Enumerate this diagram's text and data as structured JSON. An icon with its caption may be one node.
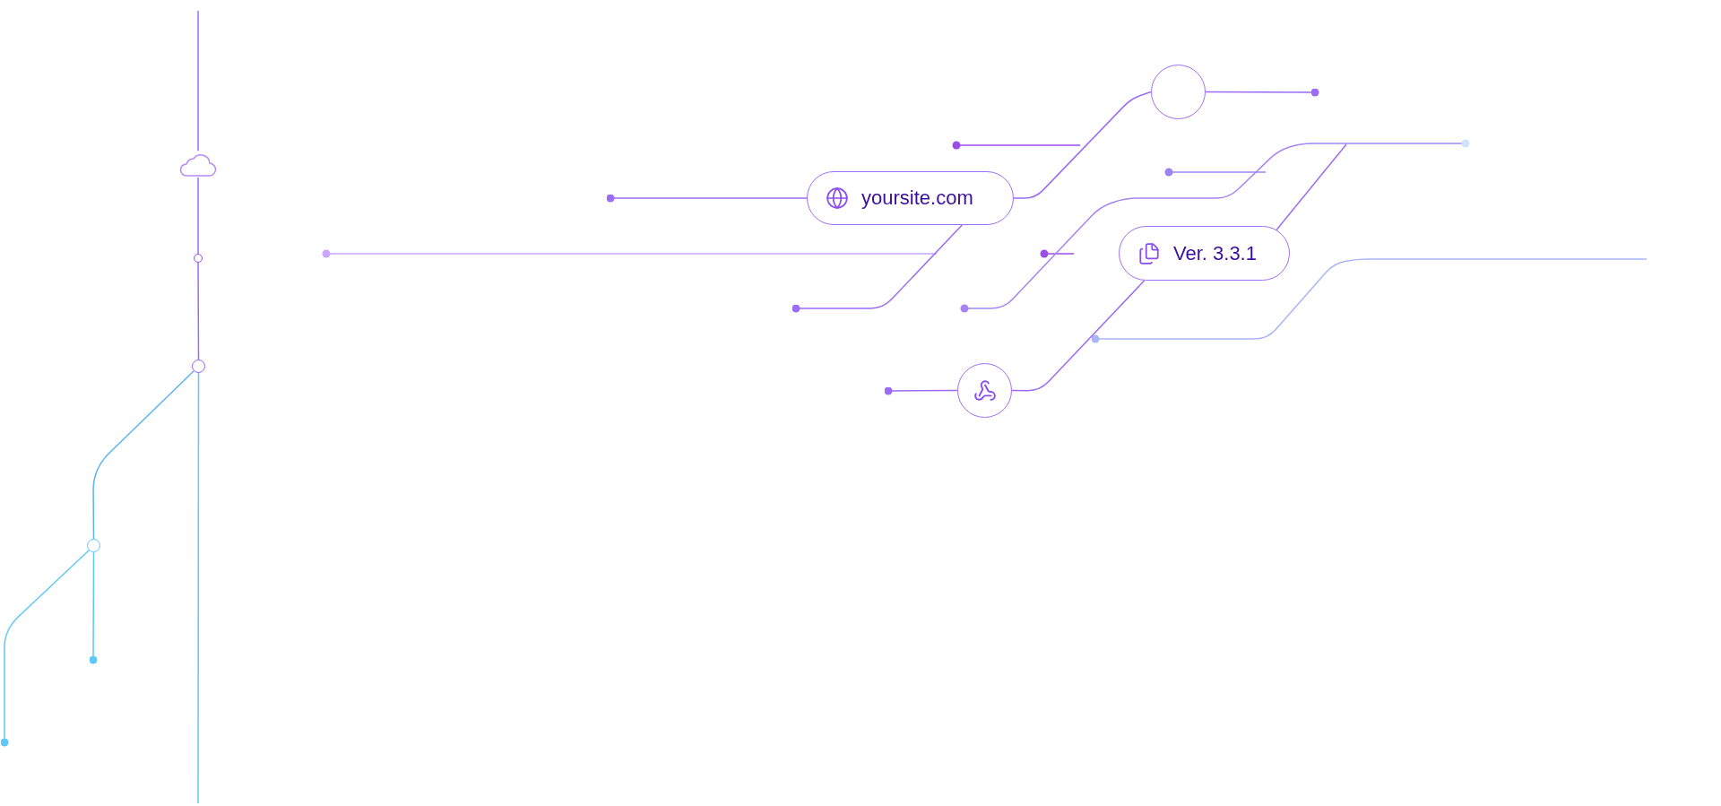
{
  "diagram": {
    "nodes": [
      {
        "text": [
          "yoursite.com"
        ]
      },
      {
        "text": [],
        "shape": "circle"
      },
      {
        "text": [
          "Ver. 3.3.1"
        ]
      },
      {
        "text": [],
        "shape": "circle"
      },
      {
        "text": [],
        "shape": "cloud"
      },
      {
        "text": [],
        "shape": "circle"
      },
      {
        "text": [],
        "shape": "circle"
      },
      {
        "text": [],
        "shape": "circle"
      }
    ],
    "edges": [
      {
        "from": null,
        "to": 0,
        "arrow": "other"
      },
      {
        "from": 0,
        "to": 1,
        "arrow": "none"
      },
      {
        "from": null,
        "to": 1,
        "arrow": "other"
      },
      {
        "from": null,
        "to": 0,
        "arrow": "other"
      },
      {
        "from": null,
        "to": 3,
        "arrow": "other"
      },
      {
        "from": 3,
        "to": 2,
        "arrow": "none"
      },
      {
        "from": 2,
        "to": null,
        "arrow": "none"
      },
      {
        "from": null,
        "to": 4,
        "arrow": "none"
      },
      {
        "from": 4,
        "to": 5,
        "arrow": "none"
      },
      {
        "from": 5,
        "to": 6,
        "arrow": "none"
      },
      {
        "from": 6,
        "to": 7,
        "arrow": "none",
        "color": "#5ab4f5"
      },
      {
        "from": null,
        "to": 7,
        "arrow": "other",
        "color": "#5ec8f8"
      },
      {
        "from": null,
        "to": 7,
        "arrow": "other",
        "color": "#5ec8f8"
      },
      {
        "from": 6,
        "to": null,
        "arrow": "none",
        "color": "#5ec8f8"
      }
    ]
  }
}
